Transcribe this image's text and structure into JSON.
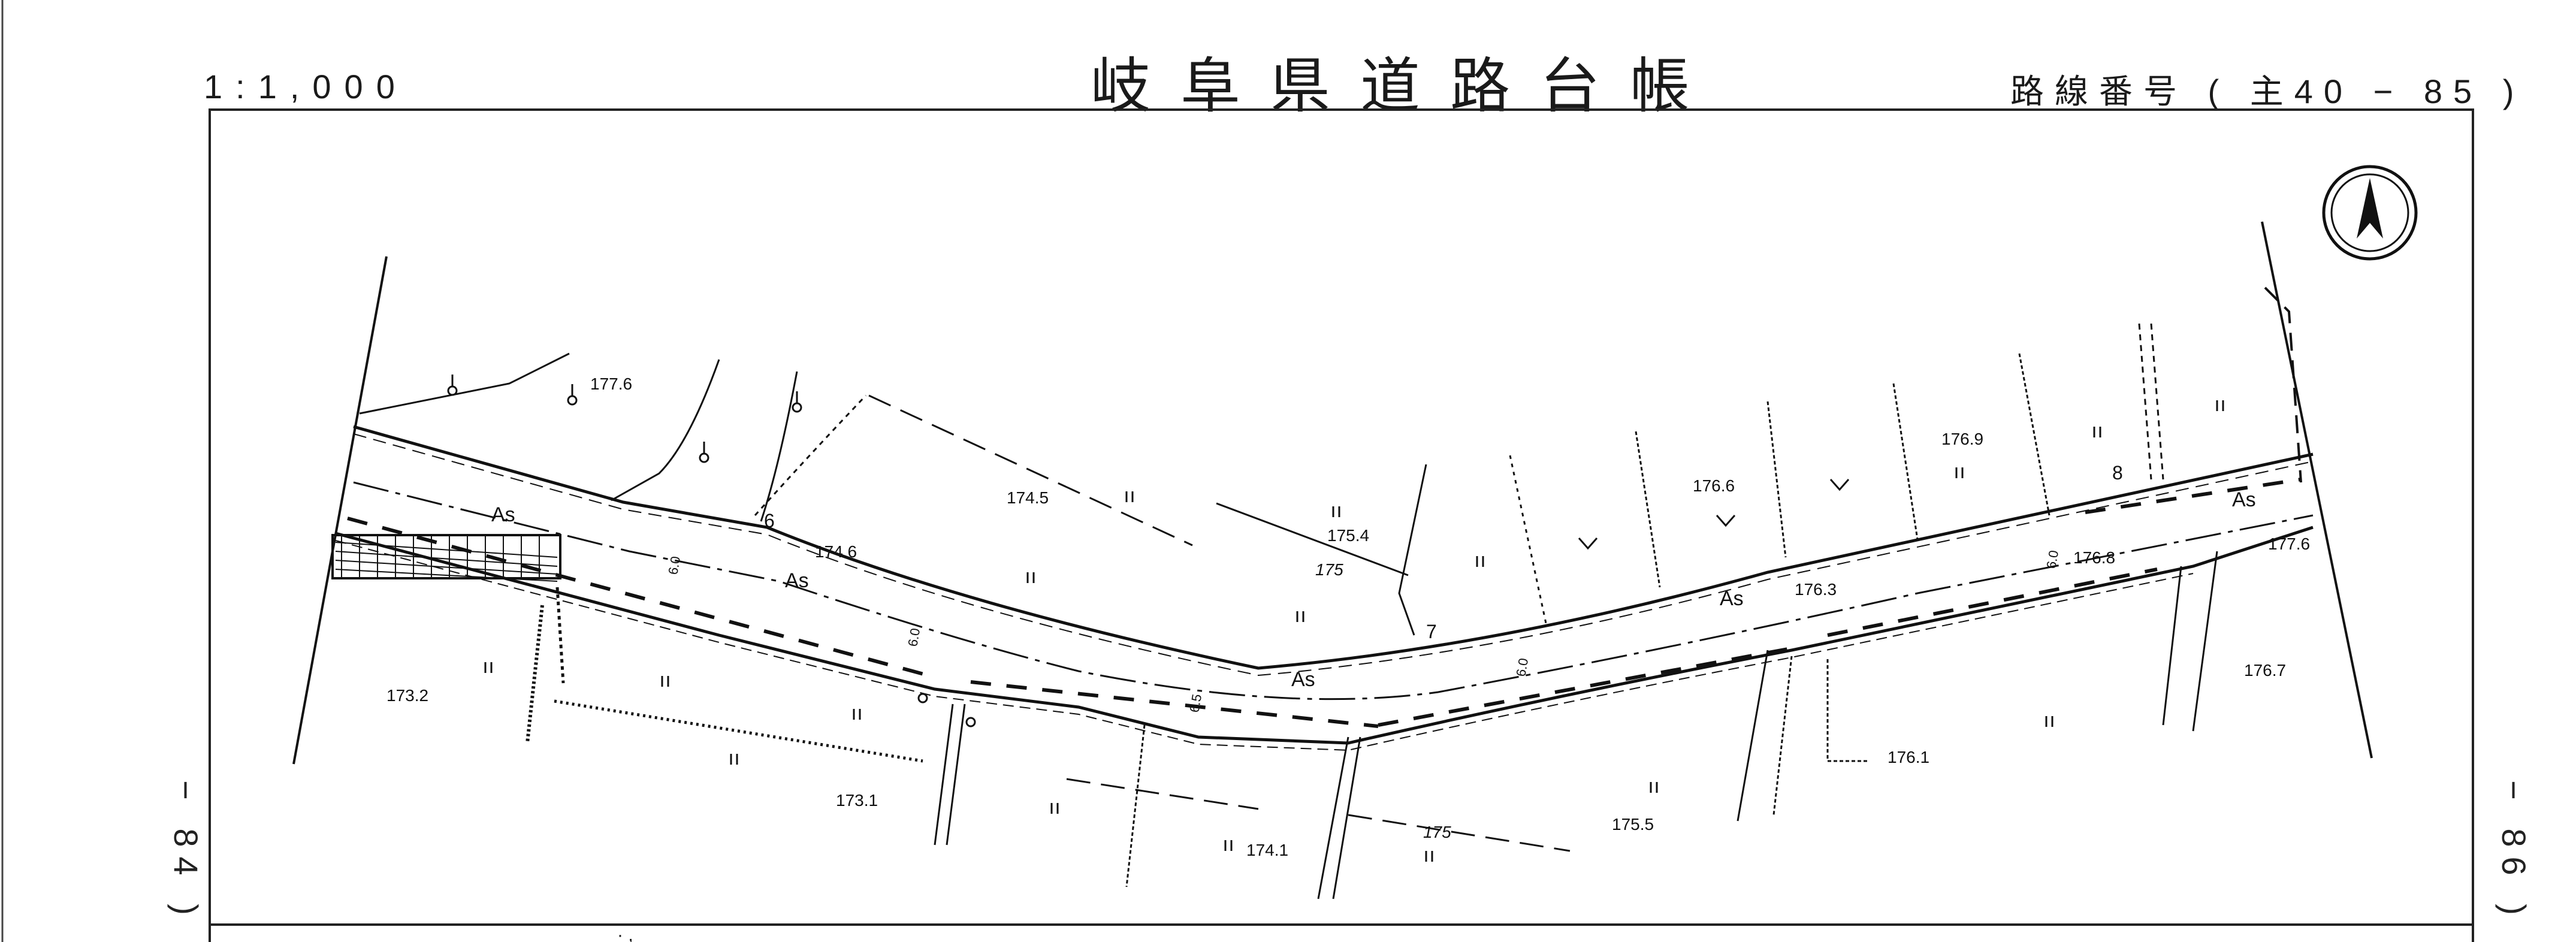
{
  "header": {
    "scale": "1:1,000",
    "title": "岐阜県道路台帳",
    "route": "路線番号 ( 主40 − 85 )"
  },
  "side_labels": {
    "left": "− 84 )",
    "right": "− 86 )"
  },
  "map": {
    "pavement": "As",
    "elevations": [
      "177.6",
      "174.5",
      "175.4",
      "174.6",
      "176.6",
      "176.9",
      "176.3",
      "176.8",
      "177.6",
      "173.2",
      "173.1",
      "174.1",
      "175.5",
      "176.1",
      "176.7"
    ],
    "contour_label": "175",
    "station_numbers": [
      "6",
      "7",
      "8"
    ],
    "width_marks": [
      "6.0",
      "6.5"
    ]
  }
}
